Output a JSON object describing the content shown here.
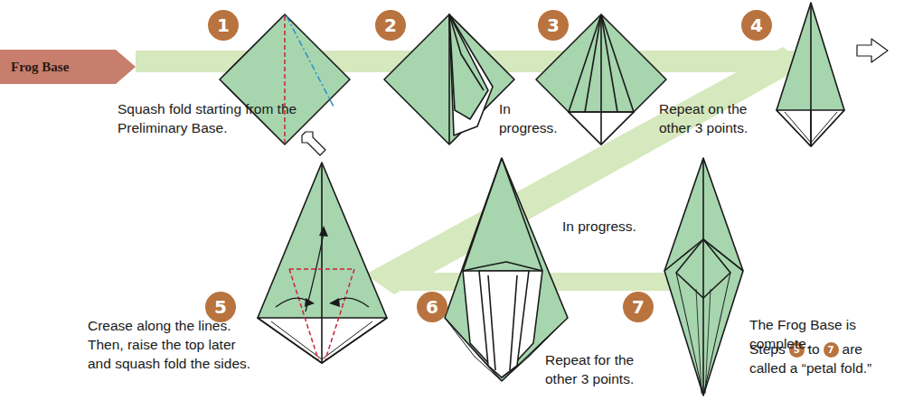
{
  "diagram": {
    "nodes": [
      {
        "text": [
          "Frog Base"
        ]
      },
      {
        "text": [
          "1"
        ]
      },
      {
        "text": [
          "2"
        ]
      },
      {
        "text": [
          "3"
        ]
      },
      {
        "text": [
          "4"
        ]
      },
      {
        "text": [
          "5"
        ]
      },
      {
        "text": [
          "6"
        ]
      },
      {
        "text": [
          "7"
        ]
      },
      {
        "text": [
          "5"
        ]
      },
      {
        "text": [
          "7"
        ]
      }
    ],
    "labels": [
      "Squash fold starting from the Preliminary Base.",
      "In progress.",
      "Repeat on the other 3 points.",
      "In progress.",
      "Crease along the lines. Then, raise the top later and squash fold the sides.",
      "Repeat for the other 3 points.",
      "The Frog Base is complete.",
      "Steps",
      "to",
      "are called a “petal fold.”"
    ]
  }
}
